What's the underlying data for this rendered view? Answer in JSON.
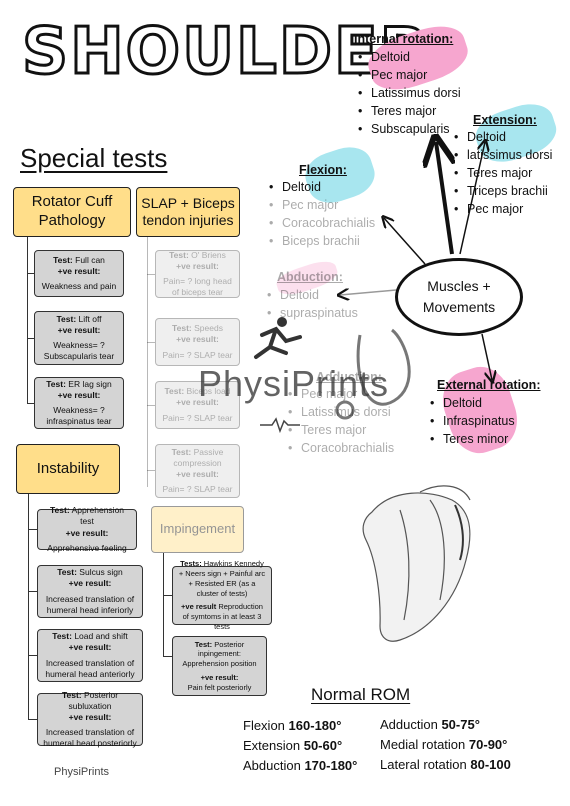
{
  "title": "SHOULDER",
  "special_tests_heading": "Special tests",
  "categories": {
    "rotator_cuff": "Rotator Cuff Pathology",
    "slap_biceps": "SLAP + Biceps tendon injuries",
    "instability": "Instability",
    "impingement": "Impingement"
  },
  "labels": {
    "test": "Test:",
    "tests": "Tests:",
    "result": "+ve result:",
    "result_alt": "+ve result"
  },
  "rotator_tests": [
    {
      "test": "Full can",
      "result": "Weakness and pain"
    },
    {
      "test": "Lift off",
      "result": "Weakness= ?Subscapularis tear"
    },
    {
      "test": "ER lag sign",
      "result": "Weakness= ?infraspinatus tear"
    }
  ],
  "slap_tests": [
    {
      "test": "O' Briens",
      "result": "Pain= ? long head of biceps tear"
    },
    {
      "test": "Speeds",
      "result": "Pain= ? SLAP tear"
    },
    {
      "test": "Biceps load",
      "result": "Pain= ? SLAP tear"
    },
    {
      "test": "Passive compression",
      "result": "Pain= ? SLAP tear"
    }
  ],
  "instability_tests": [
    {
      "test": "Apprehension test",
      "result": "Apprehensive feeling"
    },
    {
      "test": "Sulcus sign",
      "result": "Increased translation of humeral head inferiorly"
    },
    {
      "test": "Load and shift",
      "result": "Increased translation of humeral head anteriorly"
    },
    {
      "test": "Posterior subluxation",
      "result": "Increased translation of humeral head posteriorly"
    }
  ],
  "impingement_tests": [
    {
      "test": "Hawkins Kennedy + Neers sign + Painful arc + Resisted ER (as a cluster of tests)",
      "result": "Reproduction of symtoms in at least 3 tests"
    },
    {
      "test": "Posterior inpingement: Apprehension position",
      "result": "Pain felt posteriorly"
    }
  ],
  "center": {
    "line1": "Muscles +",
    "line2": "Movements"
  },
  "movements": {
    "internal_rotation": {
      "title": "Internal rotation:",
      "muscles": [
        "Deltoid",
        "Pec major",
        "Latissimus dorsi",
        "Teres major",
        "Subscapularis"
      ],
      "blob_color": "#f6a6cf"
    },
    "extension": {
      "title": "Extension:",
      "muscles": [
        "Deltoid",
        "latissimus dorsi",
        "Teres major",
        "Triceps brachii",
        "Pec major"
      ],
      "blob_color": "#a8e6ef"
    },
    "flexion": {
      "title": "Flexion:",
      "muscles": [
        "Deltoid",
        "Pec major",
        "Coracobrachialis",
        "Biceps brachii"
      ],
      "blob_color": "#a8e6ef"
    },
    "abduction": {
      "title": "Abduction:",
      "muscles": [
        "Deltoid",
        "supraspinatus"
      ],
      "blob_color": "#f6a6cf"
    },
    "adduction": {
      "title": "Adduction:",
      "muscles": [
        "Pec major",
        "Latissimus dorsi",
        "Teres major",
        "Coracobrachialis"
      ],
      "blob_color": "#a8e6ef"
    },
    "external_rotation": {
      "title": "External rotation:",
      "muscles": [
        "Deltoid",
        "Infraspinatus",
        "Teres minor"
      ],
      "blob_color": "#f6a6cf"
    }
  },
  "watermark": "PhysiPrints",
  "footer_logo": "PhysiPrints",
  "rom": {
    "title": "Normal ROM",
    "left": [
      {
        "name": "Flexion",
        "value": "160-180°"
      },
      {
        "name": "Extension",
        "value": "50-60°"
      },
      {
        "name": "Abduction",
        "value": "170-180°"
      }
    ],
    "right": [
      {
        "name": "Adduction",
        "value": "50-75°"
      },
      {
        "name": "Medial rotation",
        "value": "70-90°"
      },
      {
        "name": "Lateral rotation",
        "value": "80-100"
      }
    ]
  },
  "colors": {
    "category": "#ffde8a",
    "test_box": "#d4d4d4",
    "pink": "#f6a6cf",
    "cyan": "#a8e6ef"
  }
}
